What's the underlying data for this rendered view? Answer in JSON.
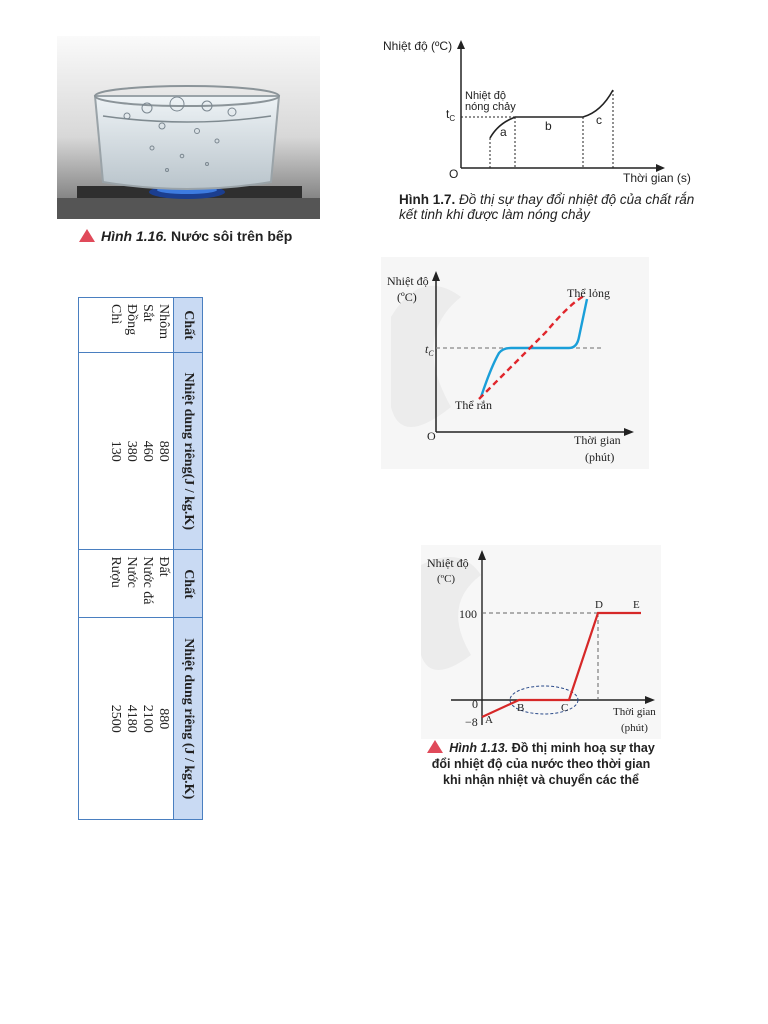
{
  "fig116": {
    "caption_prefix": "Hình 1.16.",
    "caption_text": " Nước sôi trên bếp",
    "accent": "#e04a5a"
  },
  "fig17": {
    "y_label": "Nhiệt độ (ºC)",
    "x_label": "Thời gian (s)",
    "origin": "O",
    "melt_label_line1": "Nhiệt độ",
    "melt_label_line2": "nóng chảy",
    "tc_label": "t",
    "tc_sub": "C",
    "seg_a": "a",
    "seg_b": "b",
    "seg_c": "c",
    "caption_prefix": "Hình 1.7.",
    "caption_text": " Đồ thị sự thay đổi nhiệt độ của chất rắn kết tinh khi được làm nóng chảy"
  },
  "table": {
    "header": [
      "Chất",
      "Nhiệt dung riêng(J / kg.K)",
      "Chất",
      "Nhiệt dung riêng (J / kg.K)"
    ],
    "substances_left": [
      "Nhôm",
      "Sắt",
      "Đồng",
      "Chì"
    ],
    "values_left": [
      "880",
      "460",
      "380",
      "130"
    ],
    "substances_right": [
      "Đất",
      "Nước đá",
      "Nước",
      "Rượu"
    ],
    "values_right": [
      "880",
      "2100",
      "4180",
      "2500"
    ],
    "border_color": "#4a7fc0",
    "header_bg": "#c9daf3"
  },
  "figphase": {
    "y_label_line1": "Nhiệt độ",
    "y_label_line2": "(ºC)",
    "x_label_line1": "Thời gian",
    "x_label_line2": "(phút)",
    "origin": "O",
    "tc_label": "t",
    "tc_sub": "C",
    "liquid_label": "Thể lỏng",
    "solid_label": "Thể rắn",
    "blue": "#1a9fd9",
    "red": "#e0262c"
  },
  "fig113": {
    "y_label_line1": "Nhiệt độ",
    "y_label_line2": "(ºC)",
    "x_label_line1": "Thời gian",
    "x_label_line2": "(phút)",
    "tick_100": "100",
    "tick_0": "0",
    "tick_m8": "−8",
    "pt_A": "A",
    "pt_B": "B",
    "pt_C": "C",
    "pt_D": "D",
    "pt_E": "E",
    "caption_prefix": "Hình 1.13.",
    "caption_text": " Đồ thị minh hoạ sự thay đổi nhiệt độ của nước theo thời gian khi nhận nhiệt và chuyển các thể",
    "red": "#d62828"
  }
}
